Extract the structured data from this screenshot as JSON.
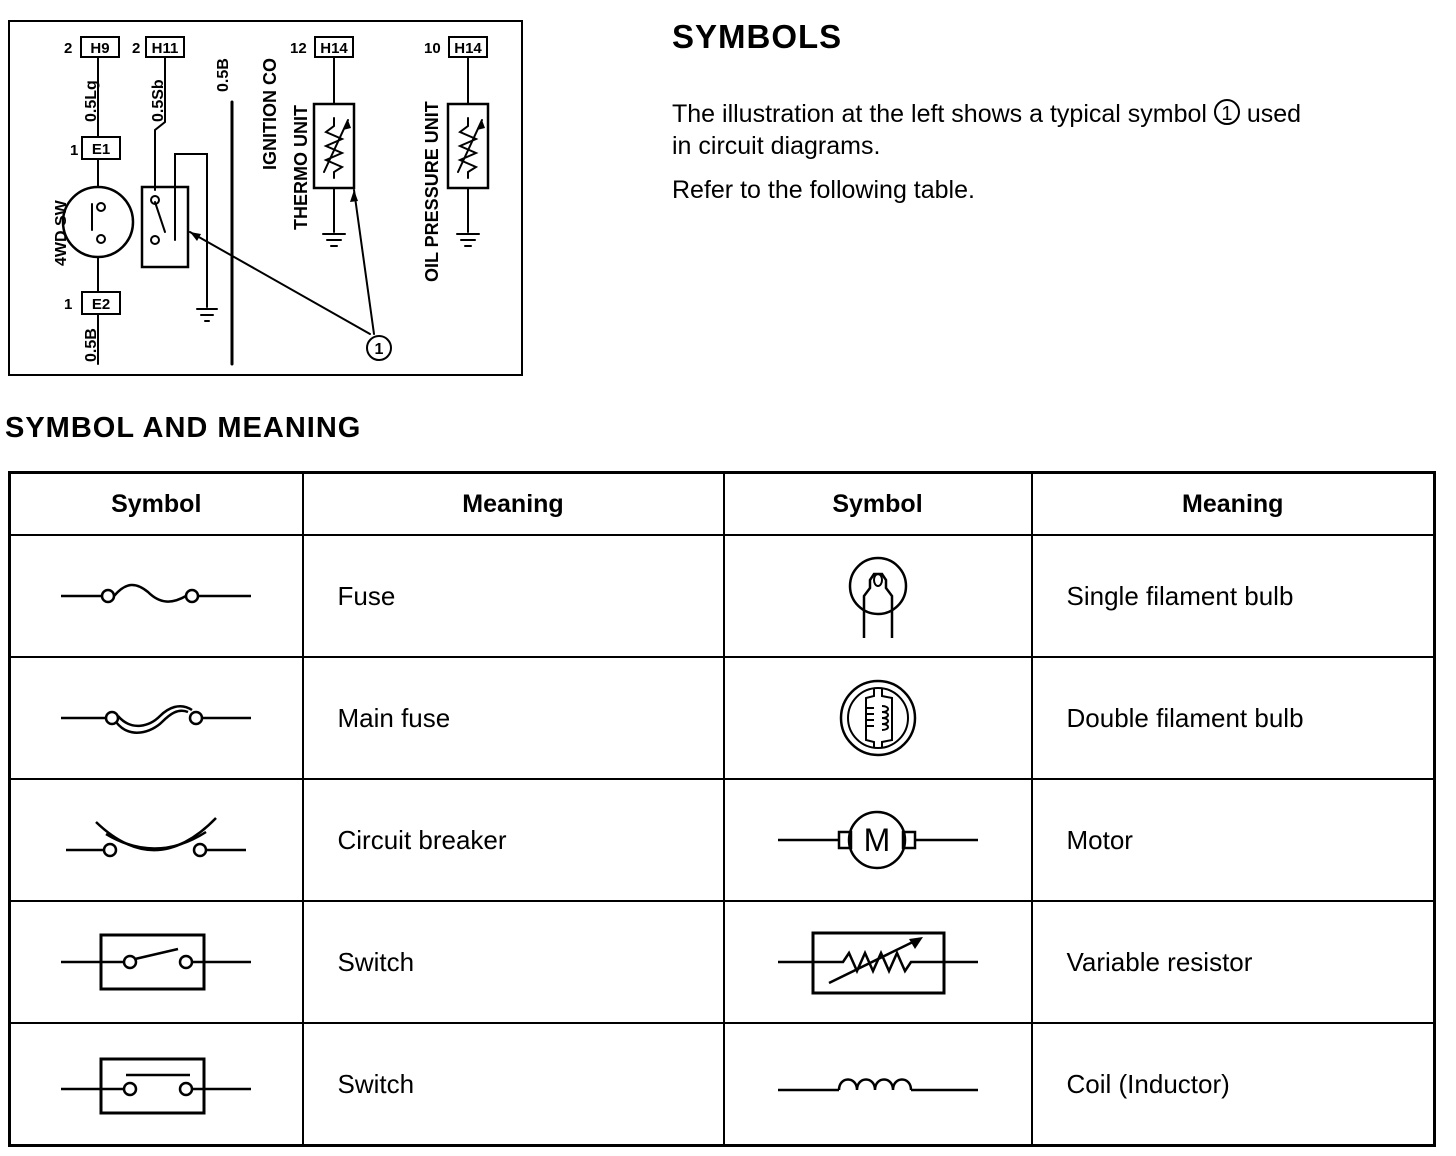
{
  "diagram": {
    "connectors": [
      {
        "pin": "2",
        "code": "H9"
      },
      {
        "pin": "2",
        "code": "H11"
      },
      {
        "pin": "12",
        "code": "H14"
      },
      {
        "pin": "10",
        "code": "H14"
      },
      {
        "pin": "1",
        "code": "E1"
      },
      {
        "pin": "1",
        "code": "E2"
      }
    ],
    "wires": [
      "0.5Lg",
      "0.5Sb",
      "0.5B",
      "0.5B"
    ],
    "labels": {
      "sw": "4WD SW",
      "ignition": "IGNITION CO",
      "thermo": "THERMO UNIT",
      "oil": "OIL PRESSURE UNIT",
      "callout": "1"
    }
  },
  "intro": {
    "title": "SYMBOLS",
    "line1_pre": "The illustration at the left shows a typical symbol",
    "line1_mark": "1",
    "line1_post": "used",
    "line2": "in circuit diagrams.",
    "line3": "Refer to the following table."
  },
  "table": {
    "title": "SYMBOL AND MEANING",
    "headers": [
      "Symbol",
      "Meaning",
      "Symbol",
      "Meaning"
    ],
    "rows": [
      {
        "left": {
          "icon": "fuse-icon",
          "meaning": "Fuse"
        },
        "right": {
          "icon": "single-filament-bulb-icon",
          "meaning": "Single filament bulb"
        }
      },
      {
        "left": {
          "icon": "main-fuse-icon",
          "meaning": "Main fuse"
        },
        "right": {
          "icon": "double-filament-bulb-icon",
          "meaning": "Double filament bulb"
        }
      },
      {
        "left": {
          "icon": "circuit-breaker-icon",
          "meaning": "Circuit breaker"
        },
        "right": {
          "icon": "motor-icon",
          "meaning": "Motor",
          "glyph": "M"
        }
      },
      {
        "left": {
          "icon": "switch-open-icon",
          "meaning": "Switch"
        },
        "right": {
          "icon": "variable-resistor-icon",
          "meaning": "Variable resistor"
        }
      },
      {
        "left": {
          "icon": "switch-closed-icon",
          "meaning": "Switch"
        },
        "right": {
          "icon": "coil-inductor-icon",
          "meaning": "Coil (Inductor)"
        }
      }
    ]
  }
}
